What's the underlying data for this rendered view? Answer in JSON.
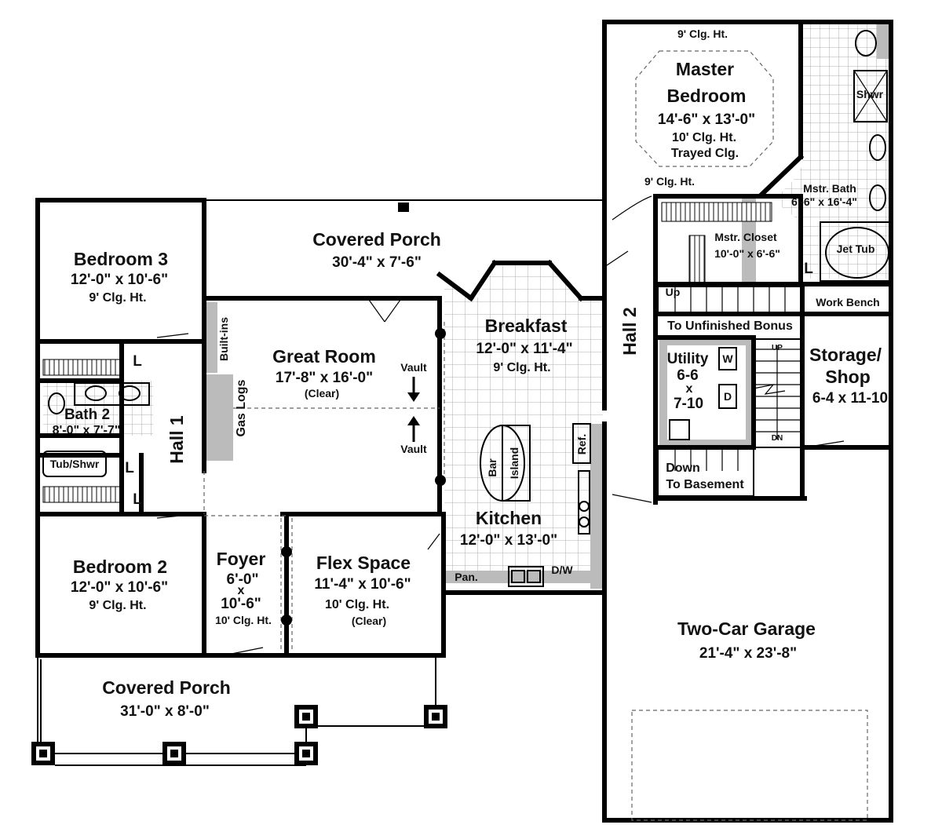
{
  "rooms": {
    "master": {
      "name_line1": "Master",
      "name_line2": "Bedroom",
      "dims": "14'-6\" x 13'-0\"",
      "clg": "10' Clg. Ht.",
      "note": "Trayed Clg.",
      "top_clg": "9' Clg. Ht.",
      "side_clg": "9' Clg. Ht."
    },
    "shwr": {
      "name": "Shwr"
    },
    "mstr_bath": {
      "name": "Mstr. Bath",
      "dims": "6'-6\" x 16'-4\""
    },
    "jet_tub": {
      "name": "Jet Tub"
    },
    "mstr_closet": {
      "name": "Mstr. Closet",
      "dims": "10'-0\" x 6'-6\""
    },
    "closet_master": {
      "name": "L"
    },
    "covered_porch_rear": {
      "name": "Covered Porch",
      "dims": "30'-4\" x 7'-6\""
    },
    "bedroom3": {
      "name": "Bedroom 3",
      "dims": "12'-0\" x 10'-6\"",
      "clg": "9' Clg. Ht."
    },
    "builtins": {
      "name": "Built-ins"
    },
    "great_room": {
      "name": "Great Room",
      "dims": "17'-8\" x 16'-0\"",
      "note": "(Clear)"
    },
    "gas_logs": {
      "name": "Gas Logs"
    },
    "vault_top": {
      "name": "Vault"
    },
    "vault_bottom": {
      "name": "Vault"
    },
    "breakfast": {
      "name": "Breakfast",
      "dims": "12'-0\" x 11'-4\"",
      "clg": "9' Clg. Ht."
    },
    "hall2": {
      "name": "Hall 2"
    },
    "unfinished_bonus": {
      "line1": "Up",
      "line2": "To Unfinished Bonus"
    },
    "work_bench": {
      "name": "Work Bench"
    },
    "storage": {
      "name_line1": "Storage/",
      "name_line2": "Shop",
      "dims": "6-4 x 11-10"
    },
    "utility": {
      "name": "Utility",
      "dims_line1": "6-6",
      "dims_line2": "x",
      "dims_line3": "7-10",
      "washer": "W",
      "dryer": "D"
    },
    "stairs": {
      "up": "UP",
      "dn": "DN"
    },
    "basement": {
      "line1": "Down",
      "line2": "To Basement"
    },
    "hall1": {
      "name": "Hall 1"
    },
    "bath2": {
      "name": "Bath 2",
      "dims": "8'-0\" x 7'-7\"",
      "tub": "Tub/Shwr"
    },
    "linen": {
      "upper": "L",
      "middle": "L",
      "lower": "L"
    },
    "kitchen": {
      "name": "Kitchen",
      "dims": "12'-0\" x 13'-0\"",
      "bar": "Bar",
      "island": "Island",
      "ref": "Ref.",
      "pan": "Pan.",
      "dw": "D/W"
    },
    "bedroom2": {
      "name": "Bedroom 2",
      "dims": "12'-0\" x 10'-6\"",
      "clg": "9' Clg. Ht."
    },
    "foyer": {
      "name": "Foyer",
      "dims_line1": "6'-0\"",
      "dims_line2": "x",
      "dims_line3": "10'-6\"",
      "clg": "10' Clg. Ht."
    },
    "flex": {
      "name": "Flex Space",
      "dims": "11'-4\" x 10'-6\"",
      "clg": "10' Clg. Ht.",
      "note": "(Clear)"
    },
    "garage": {
      "name": "Two-Car Garage",
      "dims": "21'-4\" x 23'-8\""
    },
    "covered_porch_front": {
      "name": "Covered Porch",
      "dims": "31'-0\" x 8'-0\""
    }
  }
}
